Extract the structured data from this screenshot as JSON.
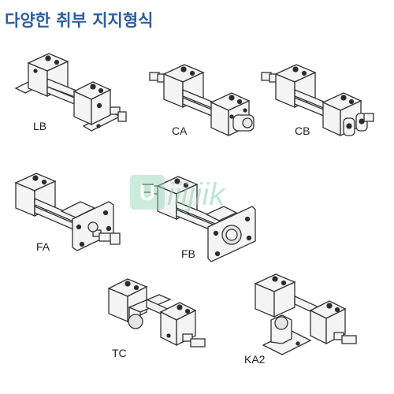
{
  "title": "다양한 취부 지지형식",
  "watermark": {
    "text": "iiijiik",
    "logo_letter": "U",
    "color": "#8fd2b4"
  },
  "colors": {
    "body": "#f4f4f4",
    "outline": "#333333",
    "port": "#2a2a2a",
    "title": "#2e5f9e"
  },
  "items": [
    {
      "code": "LB",
      "mount_icon": "foot-mount-cylinder-icon"
    },
    {
      "code": "CA",
      "mount_icon": "single-clevis-cylinder-icon"
    },
    {
      "code": "CB",
      "mount_icon": "double-clevis-cylinder-icon"
    },
    {
      "code": "FA",
      "mount_icon": "rod-flange-cylinder-icon"
    },
    {
      "code": "FB",
      "mount_icon": "head-flange-cylinder-icon"
    },
    {
      "code": "TC",
      "mount_icon": "trunnion-cylinder-icon"
    },
    {
      "code": "KA2",
      "mount_icon": "pivot-bracket-cylinder-icon"
    }
  ]
}
